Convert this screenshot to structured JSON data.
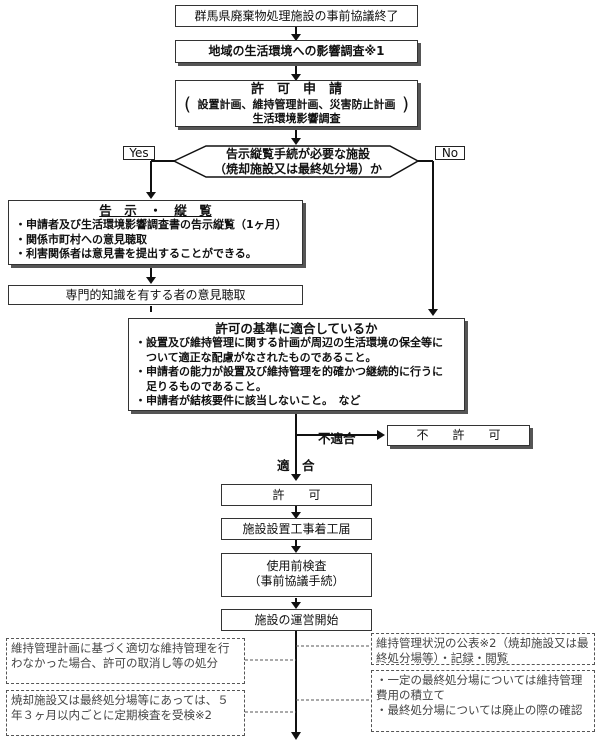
{
  "steps": {
    "s1": "群馬県廃棄物処理施設の事前協議終了",
    "s2": "地域の生活環境への影響調査※1",
    "s3_title": "許　可　申　請",
    "s3_sub1": "設置計画、維持管理計画、災害防止計画",
    "s3_sub2": "生活環境影響調査",
    "decision1_line1": "告示縦覧手続が必要な施設",
    "decision1_line2": "（焼却施設又は最終処分場）か",
    "yes": "Yes",
    "no": "No",
    "notice_title": "告　示　・　縦　覧",
    "notice_items": [
      "・申請者及び生活環境影響調査書の告示縦覧（1ヶ月）",
      "・関係市町村への意見聴取",
      "・利害関係者は意見書を提出することができる。"
    ],
    "expert": "専門的知識を有する者の意見聴取",
    "criteria_title": "許可の基準に適合しているか",
    "criteria_items": [
      "・設置及び維持管理に関する計画が周辺の生活環境の保全等に",
      "　ついて適正な配慮がなされたものであること。",
      "・申請者の能力が設置及び維持管理を的確かつ継続的に行うに",
      "　足りるものであること。",
      "・申請者が結核要件に該当しないこと。　など"
    ],
    "nonconform": "不適合",
    "deny": "不　　許　　可",
    "conform": "適　合",
    "permit": "許　　可",
    "construction": "施設設置工事着工届",
    "precheck_line1": "使用前検査",
    "precheck_line2": "（事前協議手続）",
    "operation": "施設の運営開始",
    "left_note1": "維持管理計画に基づく適切な維持管理を行わなかった場合、許可の取消し等の処分",
    "left_note2": "焼却施設又は最終処分場等にあっては、５年３ヶ月以内ごとに定期検査を受検※2",
    "right_note1": "維持管理状況の公表※2（焼却施設又は最終処分場等）・記録・閲覧",
    "right_note2_a": "・一定の最終処分場については維持管理費用の積立て",
    "right_note2_b": "・最終処分場については廃止の際の確認"
  }
}
